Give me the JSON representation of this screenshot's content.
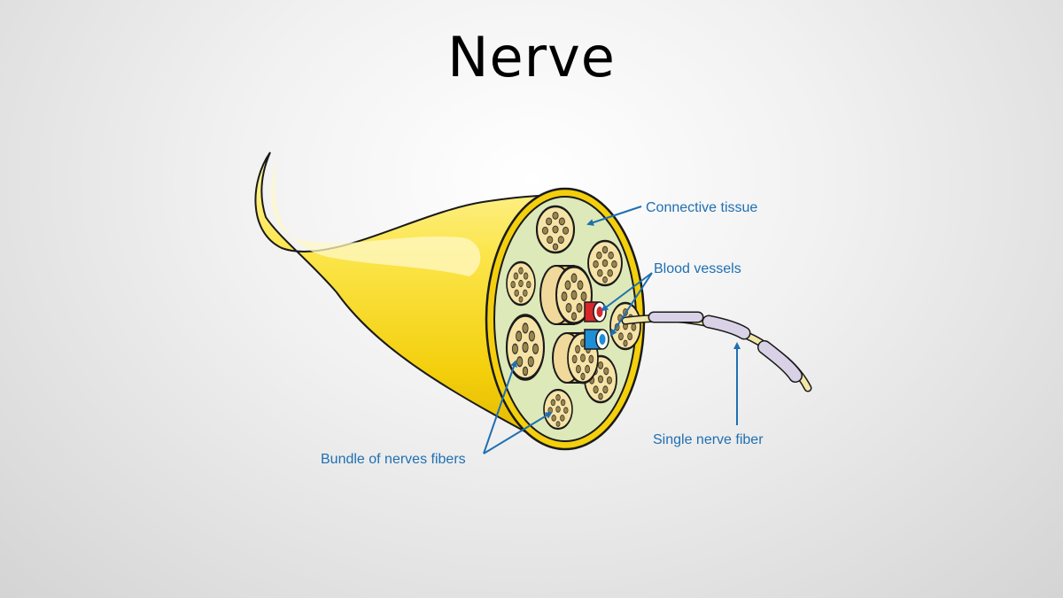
{
  "slide": {
    "title": "Nerve"
  },
  "labels": {
    "connective_tissue": "Connective tissue",
    "blood_vessels": "Blood vessels",
    "single_nerve_fiber": "Single nerve fiber",
    "bundle_of_nerve_fibers": "Bundle of nerves fibers"
  },
  "colors": {
    "label": "#1f6fb2",
    "sheath": "#f7dc2a",
    "connective_tissue": "#dde9b8",
    "fascicle": "#f6e3a6",
    "artery": "#d8262a",
    "vein": "#1e8fd6"
  }
}
